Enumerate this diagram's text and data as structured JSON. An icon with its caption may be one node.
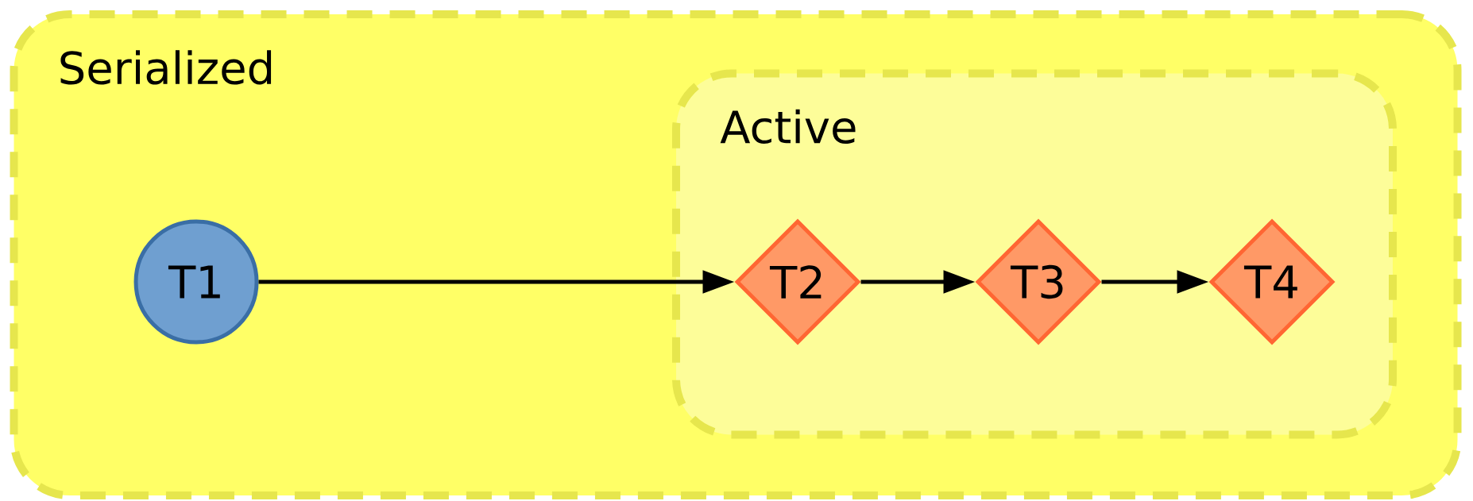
{
  "diagram": {
    "nodes": [
      {
        "text": [
          "Serialized"
        ]
      },
      {
        "text": [
          "T1"
        ],
        "in": 0
      },
      {
        "text": [
          "Active"
        ],
        "in": 0
      },
      {
        "text": [
          "T2"
        ],
        "in": 2
      },
      {
        "text": [
          "T3"
        ],
        "in": 2
      },
      {
        "text": [
          "T4"
        ],
        "in": 2
      }
    ],
    "edges": [
      {
        "from": 1,
        "to": 3,
        "arrow": "to"
      },
      {
        "from": 3,
        "to": 4,
        "arrow": "to"
      },
      {
        "from": 4,
        "to": 5,
        "arrow": "to"
      }
    ]
  }
}
